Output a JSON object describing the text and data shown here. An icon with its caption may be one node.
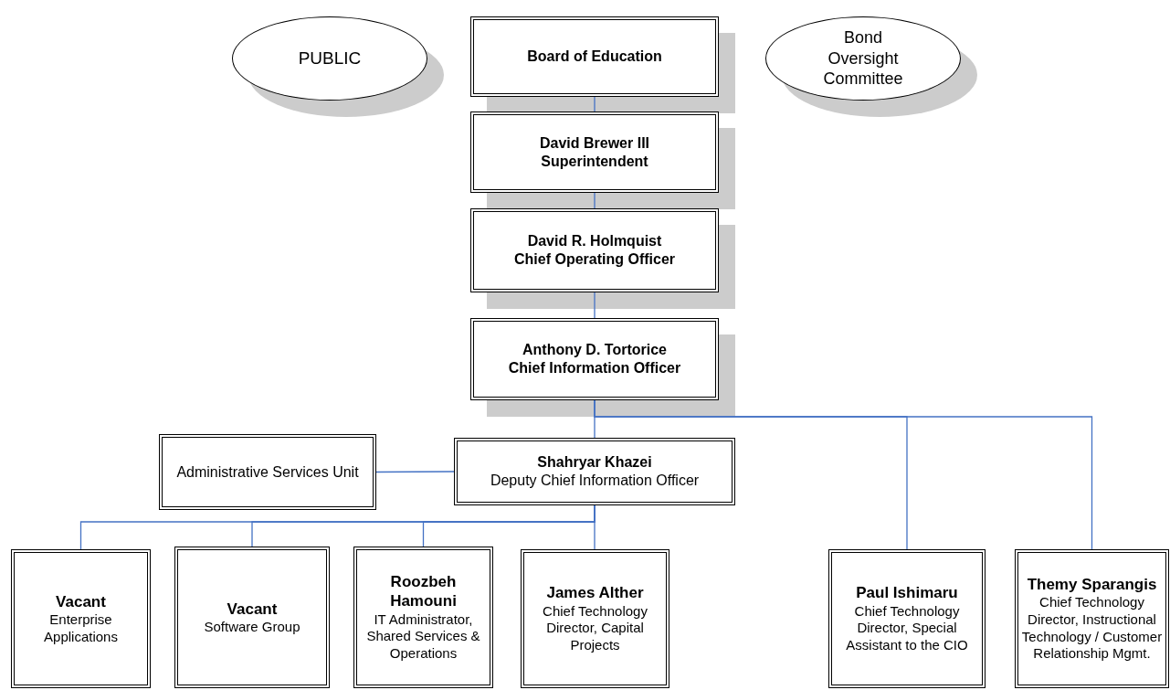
{
  "diagram": {
    "nodes": [
      {
        "text": [
          "PUBLIC"
        ]
      },
      {
        "text": [
          "Board of Education"
        ]
      },
      {
        "text": [
          "Bond Oversight Committee"
        ]
      },
      {
        "text": [
          "David Brewer III",
          "Superintendent"
        ]
      },
      {
        "text": [
          "David R. Holmquist",
          "Chief Operating Officer"
        ]
      },
      {
        "text": [
          "Anthony D. Tortorice",
          "Chief Information Officer"
        ]
      },
      {
        "text": [
          "Administrative Services Unit"
        ]
      },
      {
        "text": [
          "Shahryar Khazei",
          "Deputy Chief Information Officer"
        ]
      },
      {
        "text": [
          "Vacant",
          "Enterprise Applications"
        ]
      },
      {
        "text": [
          "Vacant",
          "Software Group"
        ]
      },
      {
        "text": [
          "Roozbeh Hamouni",
          "IT Administrator, Shared Services & Operations"
        ]
      },
      {
        "text": [
          "James Alther",
          "Chief Technology Director, Capital Projects"
        ]
      },
      {
        "text": [
          "Paul Ishimaru",
          "Chief Technology Director, Special Assistant to the CIO"
        ]
      },
      {
        "text": [
          "Themy Sparangis",
          "Chief Technology Director, Instructional Technology / Customer Relationship Mgmt."
        ]
      }
    ],
    "edges": [
      {
        "from": 1,
        "to": 3,
        "arrow": "none"
      },
      {
        "from": 3,
        "to": 4,
        "arrow": "none"
      },
      {
        "from": 4,
        "to": 5,
        "arrow": "none"
      },
      {
        "from": 5,
        "to": 7,
        "arrow": "none"
      },
      {
        "from": 5,
        "to": 12,
        "arrow": "none"
      },
      {
        "from": 5,
        "to": 13,
        "arrow": "none"
      },
      {
        "from": 7,
        "to": 6,
        "arrow": "none"
      },
      {
        "from": 7,
        "to": 8,
        "arrow": "none"
      },
      {
        "from": 7,
        "to": 9,
        "arrow": "none"
      },
      {
        "from": 7,
        "to": 10,
        "arrow": "none"
      },
      {
        "from": 7,
        "to": 11,
        "arrow": "none"
      }
    ]
  }
}
